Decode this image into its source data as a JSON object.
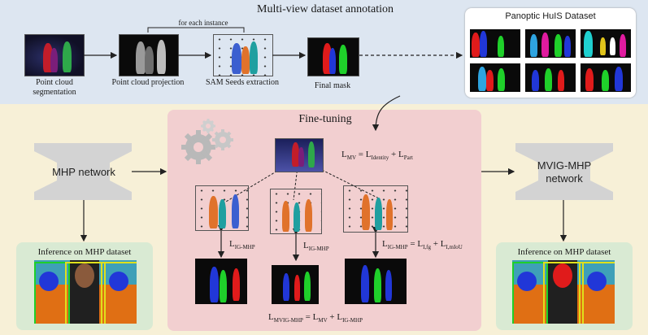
{
  "top": {
    "title": "Multi-view dataset annotation",
    "bracket_label": "for each instance",
    "steps": [
      {
        "label": "Point cloud segmentation"
      },
      {
        "label": "Point cloud projection"
      },
      {
        "label": "SAM Seeds extraction"
      },
      {
        "label": "Final mask"
      }
    ],
    "dataset_title": "Panoptic HuIS Dataset"
  },
  "finetune": {
    "title": "Fine-tuning",
    "eq_mv": {
      "lhs": "L",
      "lhs_sub": "MV",
      "t1": "L",
      "t1_sub": "Identity",
      "t2": "L",
      "t2_sub": "Part"
    },
    "eq_ig_left": {
      "t": "L",
      "sub": "IG-MHP"
    },
    "eq_ig_mid": {
      "t": "L",
      "sub": "IG-MHP"
    },
    "eq_ig_right": {
      "lhs": "L",
      "lhs_sub": "IG-MHP",
      "t1": "L",
      "t1_sub": "I,fg",
      "t2": "L",
      "t2_sub": "I,mIoU"
    },
    "eq_total": {
      "lhs": "L",
      "lhs_sub": "MVIG-MHP",
      "t1": "L",
      "t1_sub": "MV",
      "t2": "L",
      "t2_sub": "IG-MHP"
    }
  },
  "left_net": {
    "label": "MHP network",
    "inference": "Inference on MHP dataset"
  },
  "right_net": {
    "label_line1": "MVIG-MHP",
    "label_line2": "network",
    "inference": "Inference on MHP dataset"
  },
  "colors": {
    "top_band": "#dde6f1",
    "bottom_band": "#f7f0d7",
    "finetune_panel": "#f2cfd0",
    "inference_panel": "#d9ead3",
    "network": "#d3d3d3"
  }
}
